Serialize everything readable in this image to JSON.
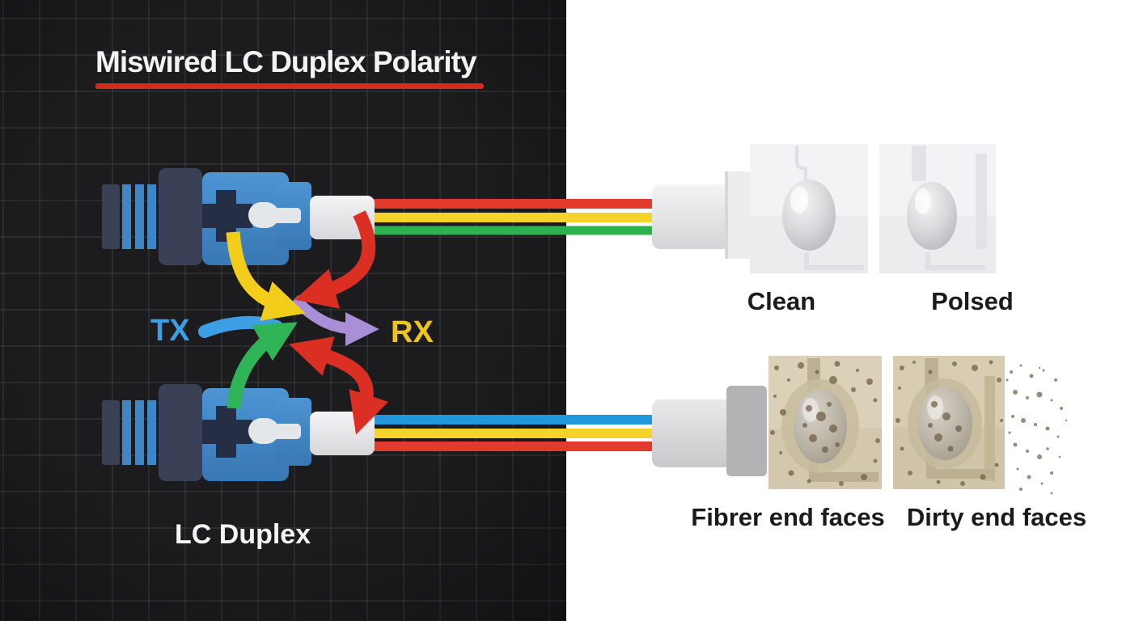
{
  "title": {
    "text": "Miswired LC Duplex Polarity"
  },
  "diagram": {
    "tx_label": "TX",
    "rx_label": "RX",
    "connector_label": "LC Duplex",
    "connector_count": 2,
    "arrows": [
      "yellow-down-cross",
      "red-top-to-center",
      "blue-from-tx",
      "green-up-cross",
      "purple-to-rx",
      "red-double-head-to-bottom-ferrule"
    ]
  },
  "end_faces": {
    "clean_label": "Clean",
    "polished_label": "Polsed",
    "fiber_label": "Fibrer end faces",
    "dirty_label": "Dirty end faces"
  },
  "colors": {
    "background_left": "#1c1c1e",
    "background_right": "#ffffff",
    "grid_line": "#2c2c2f",
    "title_text": "#f3f3f3",
    "title_underline": "#d22b20",
    "tx": "#3c9fe6",
    "rx": "#edc51d",
    "connector_blue": "#3e87c6",
    "connector_navy": "#3a4157",
    "arrow_red": "#dc2f23",
    "arrow_yellow": "#f2ce1b",
    "arrow_green": "#2fb457",
    "arrow_purple": "#a88fd8",
    "arrow_blue": "#3c9fe6",
    "cable_red": "#e23b2e",
    "cable_yellow": "#f6d32b",
    "cable_green": "#2eb14f",
    "cable_blue": "#2196d9",
    "dirty_tan": "#dbd1b8",
    "dirt_speck": "#6f5d41"
  }
}
